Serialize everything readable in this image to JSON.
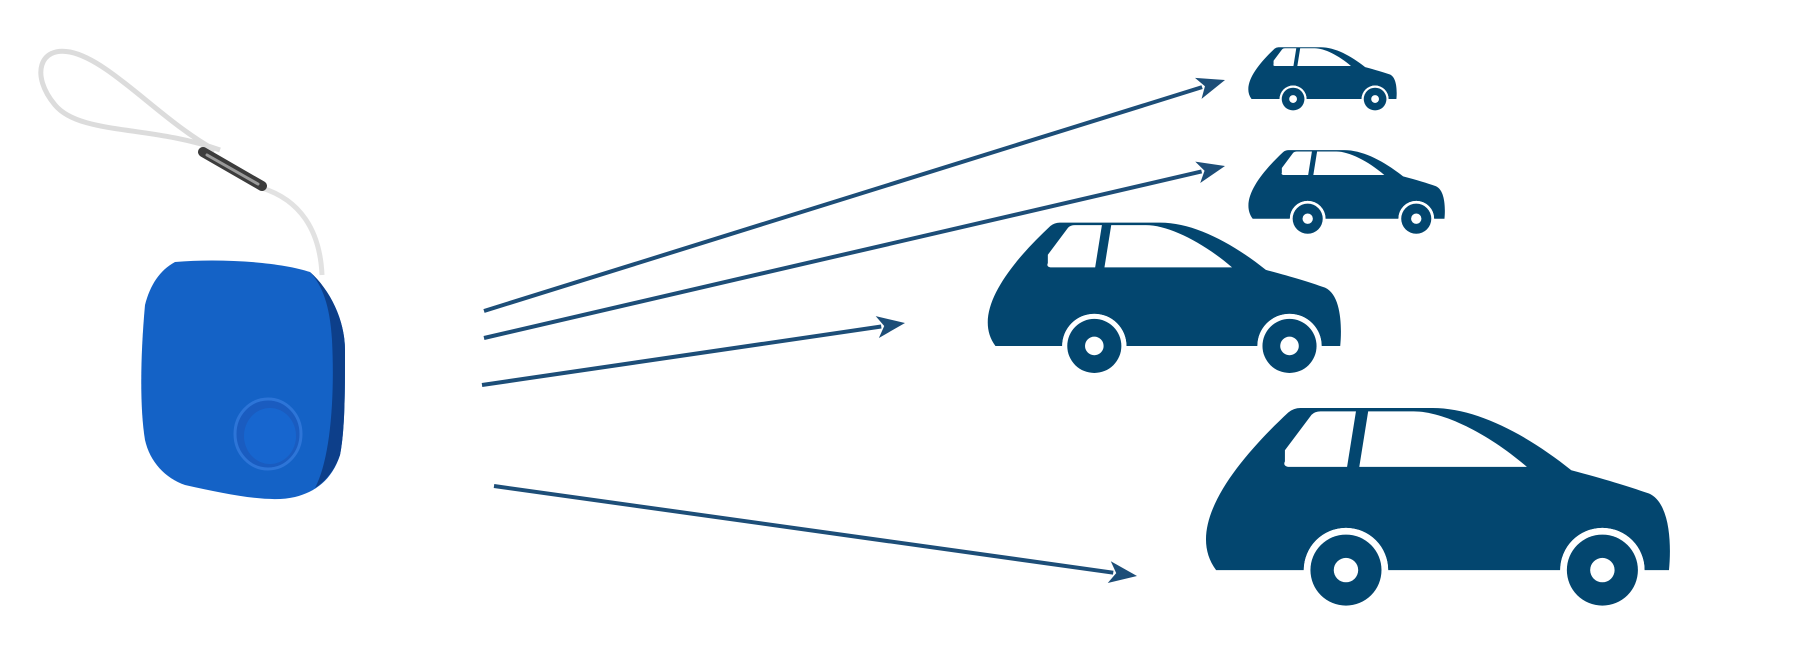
{
  "colors": {
    "background": "#ffffff",
    "car": "#03466f",
    "arrow": "#1d4e78",
    "tracker_body": "#1462c6",
    "tracker_highlight": "#2f7fe0",
    "tracker_shadow": "#0d3f8a",
    "lanyard": "#e2e2e2"
  },
  "devices": [
    {
      "name": "bluetooth-tracker",
      "icon": "tag-tracker-icon"
    }
  ],
  "vehicles": [
    {
      "icon": "car-icon",
      "size_rank": 4
    },
    {
      "icon": "car-icon",
      "size_rank": 3
    },
    {
      "icon": "car-icon",
      "size_rank": 2
    },
    {
      "icon": "car-icon",
      "size_rank": 1
    }
  ],
  "connections": [
    {
      "from": "bluetooth-tracker",
      "to_vehicle": 1
    },
    {
      "from": "bluetooth-tracker",
      "to_vehicle": 2
    },
    {
      "from": "bluetooth-tracker",
      "to_vehicle": 3
    },
    {
      "from": "bluetooth-tracker",
      "to_vehicle": 4
    }
  ]
}
